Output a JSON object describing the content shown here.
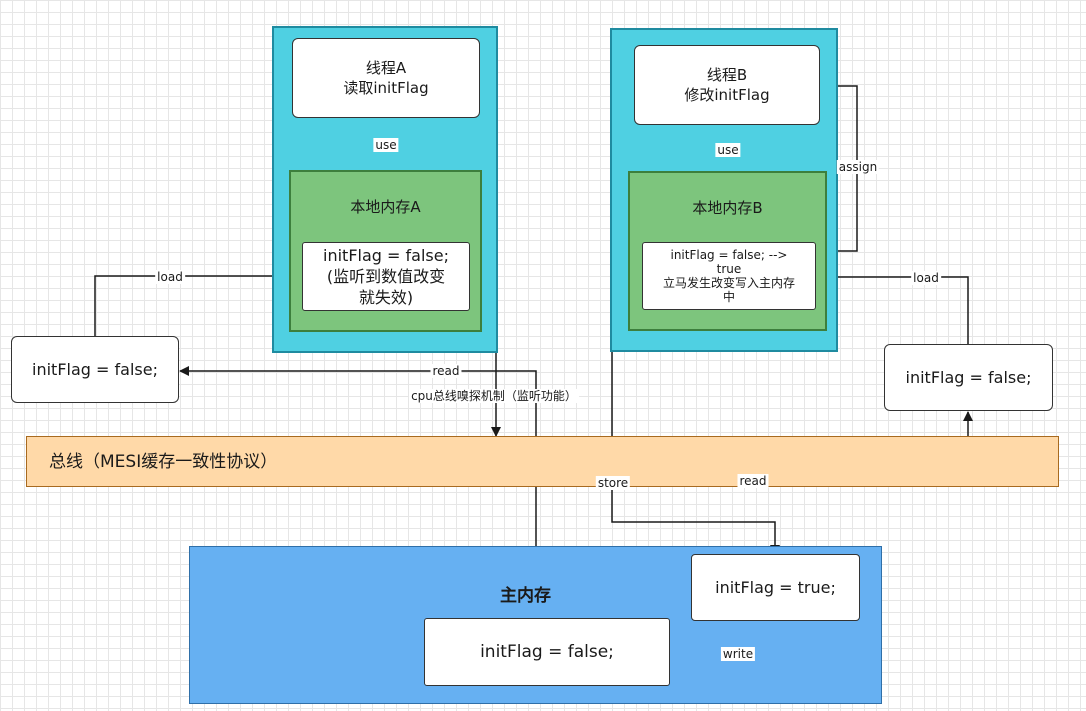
{
  "threadA": {
    "thread_box": "线程A\n读取initFlag",
    "local_memory_title": "本地内存A",
    "local_var": "initFlag = false;\n(监听到数值改变\n就失效)"
  },
  "threadB": {
    "thread_box": "线程B\n修改initFlag",
    "local_memory_title": "本地内存B",
    "local_var": "initFlag = false; -->\ntrue\n立马发生改变写入主内存\n中"
  },
  "left_copy": "initFlag = false;",
  "right_copy": "initFlag = false;",
  "bus": {
    "label": "总线（MESI缓存一致性协议）"
  },
  "main_memory": {
    "title": "主内存",
    "value_true": "initFlag = true;",
    "value_false": "initFlag = false;"
  },
  "edges": {
    "useA": "use",
    "useB": "use",
    "assign": "assign",
    "load_left": "load",
    "load_right": "load",
    "read_left": "read",
    "read_right": "read",
    "store": "store",
    "write": "write",
    "sniff": "cpu总线嗅探机制（监听功能）"
  }
}
